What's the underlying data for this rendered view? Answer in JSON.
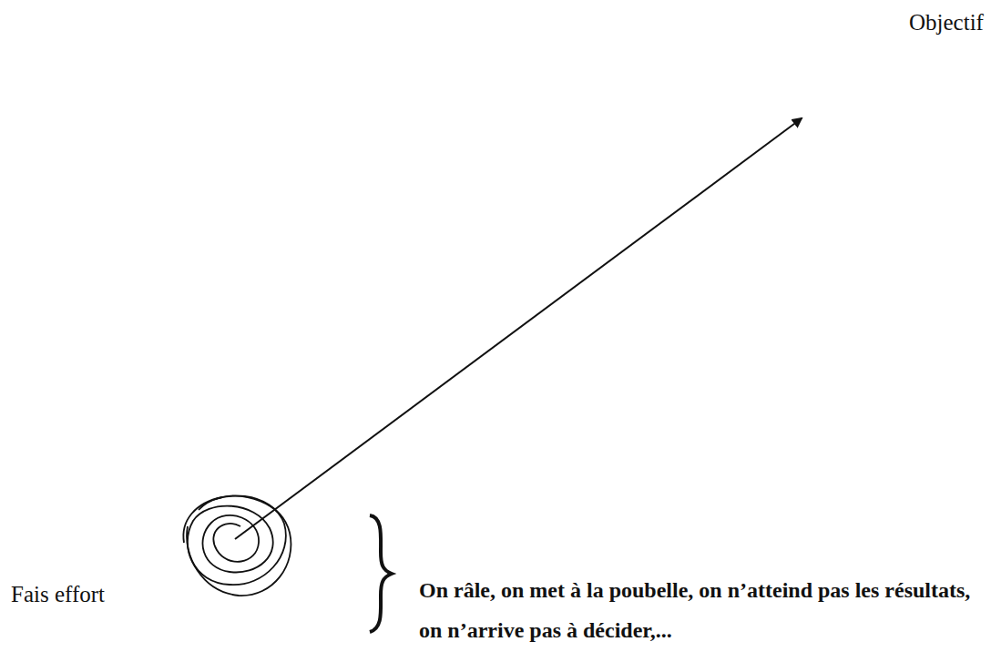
{
  "diagram": {
    "labels": [
      "Objectif",
      "Fais effort",
      "On râle, on met à la poubelle, on n’atteind pas les résultats, on n’arrive pas à décider,..."
    ]
  }
}
